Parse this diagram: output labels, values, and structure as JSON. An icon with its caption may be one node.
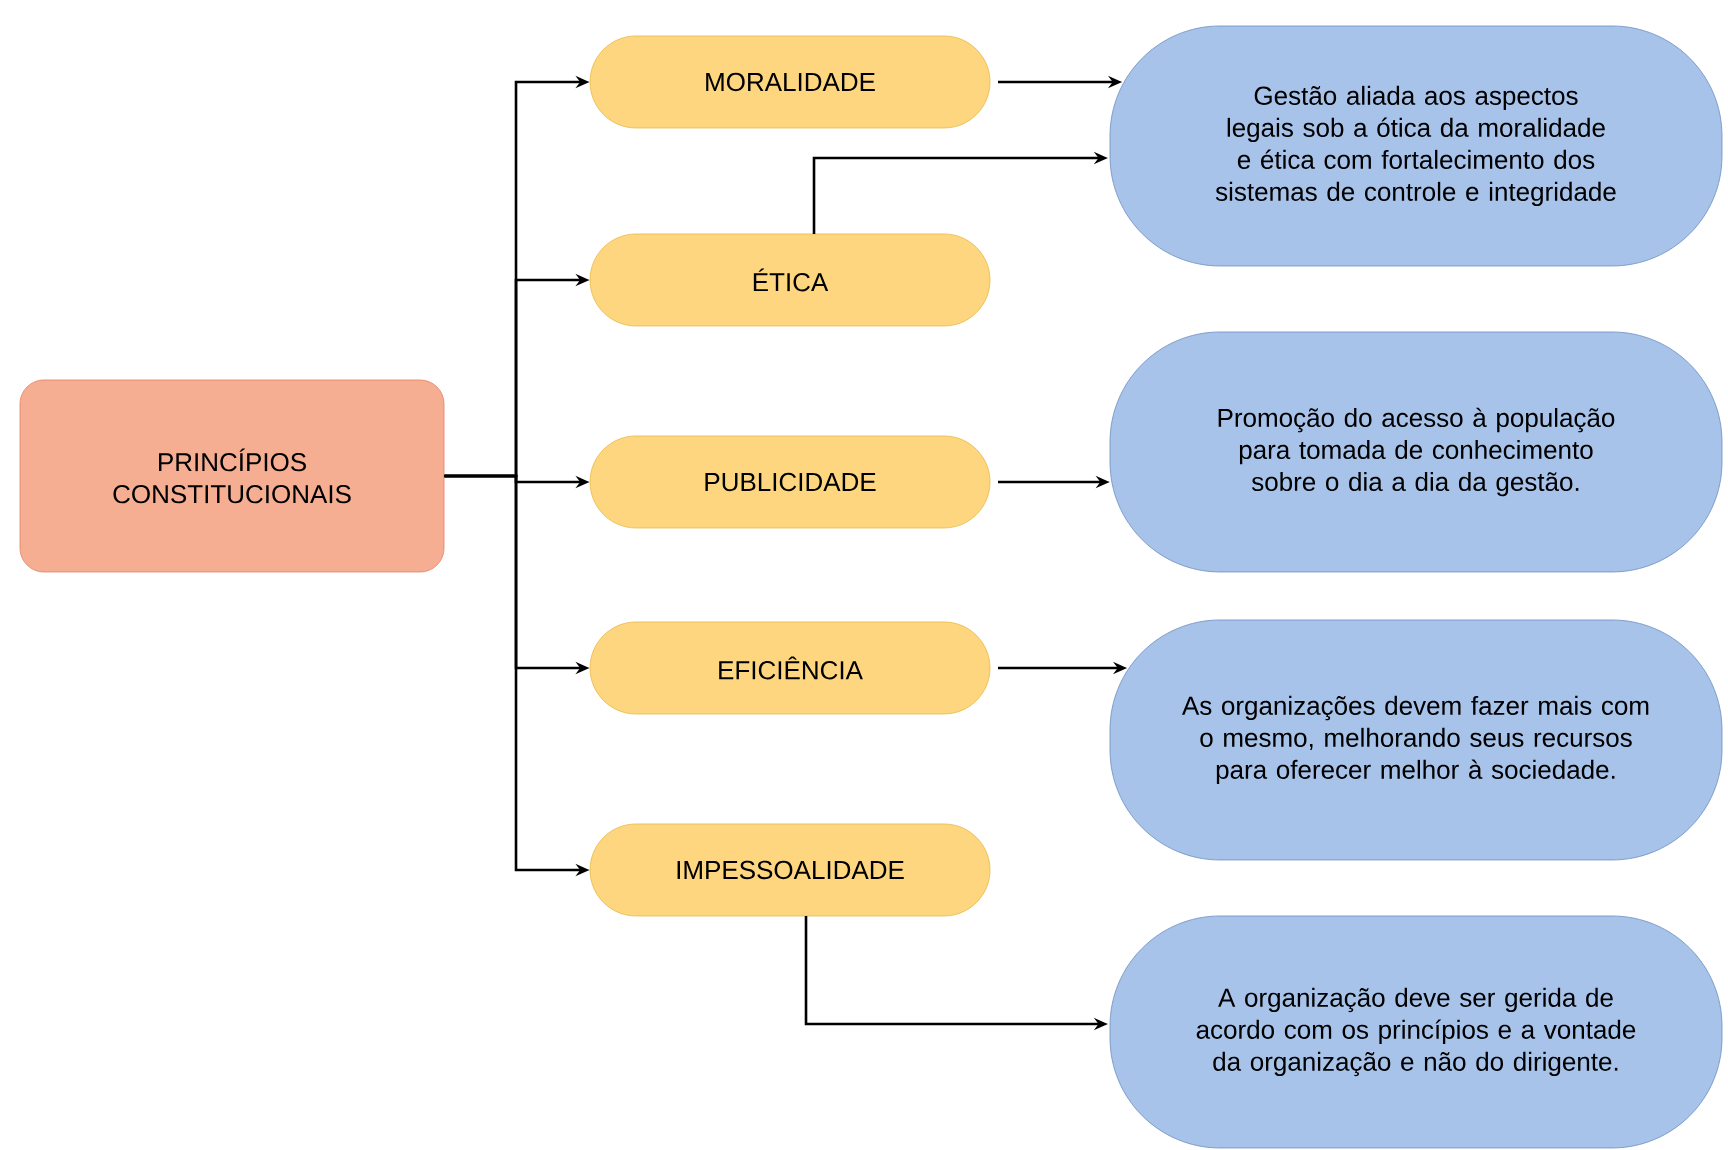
{
  "diagram": {
    "nodes": [
      {
        "text": [
          "PRINCÍPIOS CONSTITUCIONAIS"
        ]
      },
      {
        "text": [
          "MORALIDADE"
        ]
      },
      {
        "text": [
          "ÉTICA"
        ]
      },
      {
        "text": [
          "PUBLICIDADE"
        ]
      },
      {
        "text": [
          "EFICIÊNCIA"
        ]
      },
      {
        "text": [
          "IMPESSOALIDADE"
        ]
      },
      {
        "text": [
          "Gestão aliada aos aspectos legais sob a ótica da moralidade e ética com fortalecimento dos sistemas de controle e integridade"
        ]
      },
      {
        "text": [
          "Promoção do acesso à população para tomada de conhecimento sobre o dia a dia da gestão."
        ]
      },
      {
        "text": [
          "As organizações devem fazer mais com o mesmo, melhorando seus recursos para oferecer melhor à sociedade."
        ]
      },
      {
        "text": [
          "A organização deve ser gerida de acordo com os princípios e a vontade da organização e não do dirigente."
        ]
      }
    ],
    "edges": [
      {
        "from": 0,
        "to": 1,
        "arrow": "to"
      },
      {
        "from": 0,
        "to": 2,
        "arrow": "to"
      },
      {
        "from": 0,
        "to": 3,
        "arrow": "to"
      },
      {
        "from": 0,
        "to": 4,
        "arrow": "to"
      },
      {
        "from": 0,
        "to": 5,
        "arrow": "to"
      },
      {
        "from": 1,
        "to": 6,
        "arrow": "to"
      },
      {
        "from": 2,
        "to": 6,
        "arrow": "to"
      },
      {
        "from": 3,
        "to": 7,
        "arrow": "to"
      },
      {
        "from": 4,
        "to": 8,
        "arrow": "to"
      },
      {
        "from": 5,
        "to": 9,
        "arrow": "to"
      }
    ]
  }
}
